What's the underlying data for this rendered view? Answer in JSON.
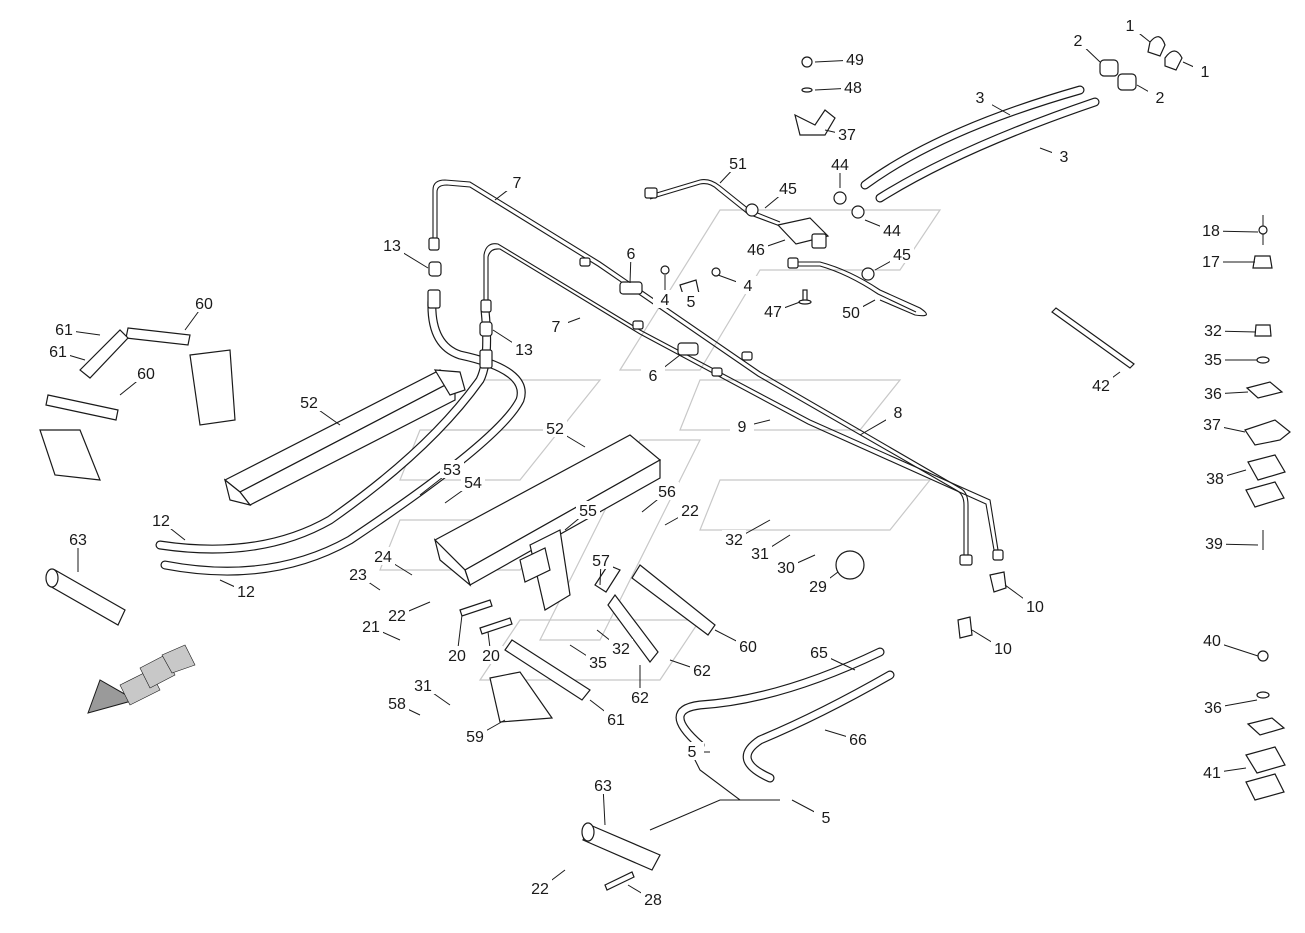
{
  "callouts": [
    "1",
    "1",
    "2",
    "2",
    "3",
    "3",
    "4",
    "4",
    "5",
    "5",
    "5",
    "6",
    "6",
    "7",
    "7",
    "8",
    "9",
    "10",
    "10",
    "12",
    "12",
    "13",
    "13",
    "17",
    "18",
    "20",
    "20",
    "21",
    "22",
    "22",
    "22",
    "23",
    "24",
    "28",
    "29",
    "30",
    "31",
    "31",
    "32",
    "32",
    "32",
    "35",
    "35",
    "36",
    "36",
    "37",
    "37",
    "38",
    "39",
    "40",
    "41",
    "42",
    "44",
    "44",
    "45",
    "45",
    "46",
    "47",
    "48",
    "49",
    "50",
    "51",
    "52",
    "52",
    "53",
    "54",
    "55",
    "56",
    "57",
    "58",
    "59",
    "60",
    "60",
    "60",
    "61",
    "61",
    "61",
    "62",
    "62",
    "63",
    "63",
    "65",
    "66"
  ]
}
